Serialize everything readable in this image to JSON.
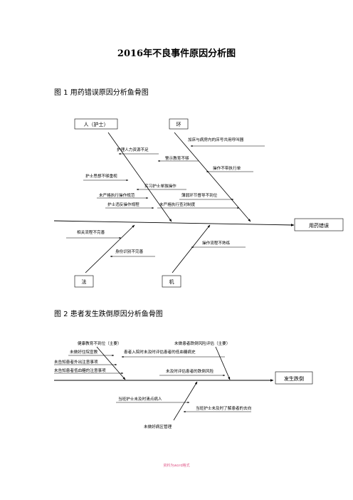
{
  "title": "2016年不良事件原因分析图",
  "figure1": {
    "caption": "图 1 用药错误原因分析鱼骨图",
    "head": "用药错误",
    "categories": {
      "person": "人（护士）",
      "environment": "环",
      "method": "法",
      "machine": "机"
    },
    "causes": [
      "加床与病房内的床号共用呼叫器",
      "护理人力资源不足",
      "警示教育不够",
      "操作不带执行单",
      "护士思想不够重视",
      "实习护士单独操作",
      "未严格执行操作规范",
      "薄弱环节督导不到位",
      "护士违反操作规程",
      "未严格执行查对制度",
      "相关流程不完善",
      "操作流程不熟练",
      "身份识别不完善"
    ]
  },
  "figure2": {
    "caption": "图 2 患者发生跌倒原因分析鱼骨图",
    "head": "发生跌倒",
    "causes": [
      "健康教育不到位（主要）",
      "未做患者跌倒风险评估（主要）",
      "未做好住院宣教",
      "患者入院时未及时评估患者的低血糖病史",
      "未告知患者外出注意事项",
      "未告知患者低血糖的注意事项",
      "未及时评估患者的跌倒风险",
      "当班护士未及时清点病人",
      "当班护士未及时了解患者的去向",
      "未做好病区管理"
    ]
  },
  "footer": "资料为word格式"
}
